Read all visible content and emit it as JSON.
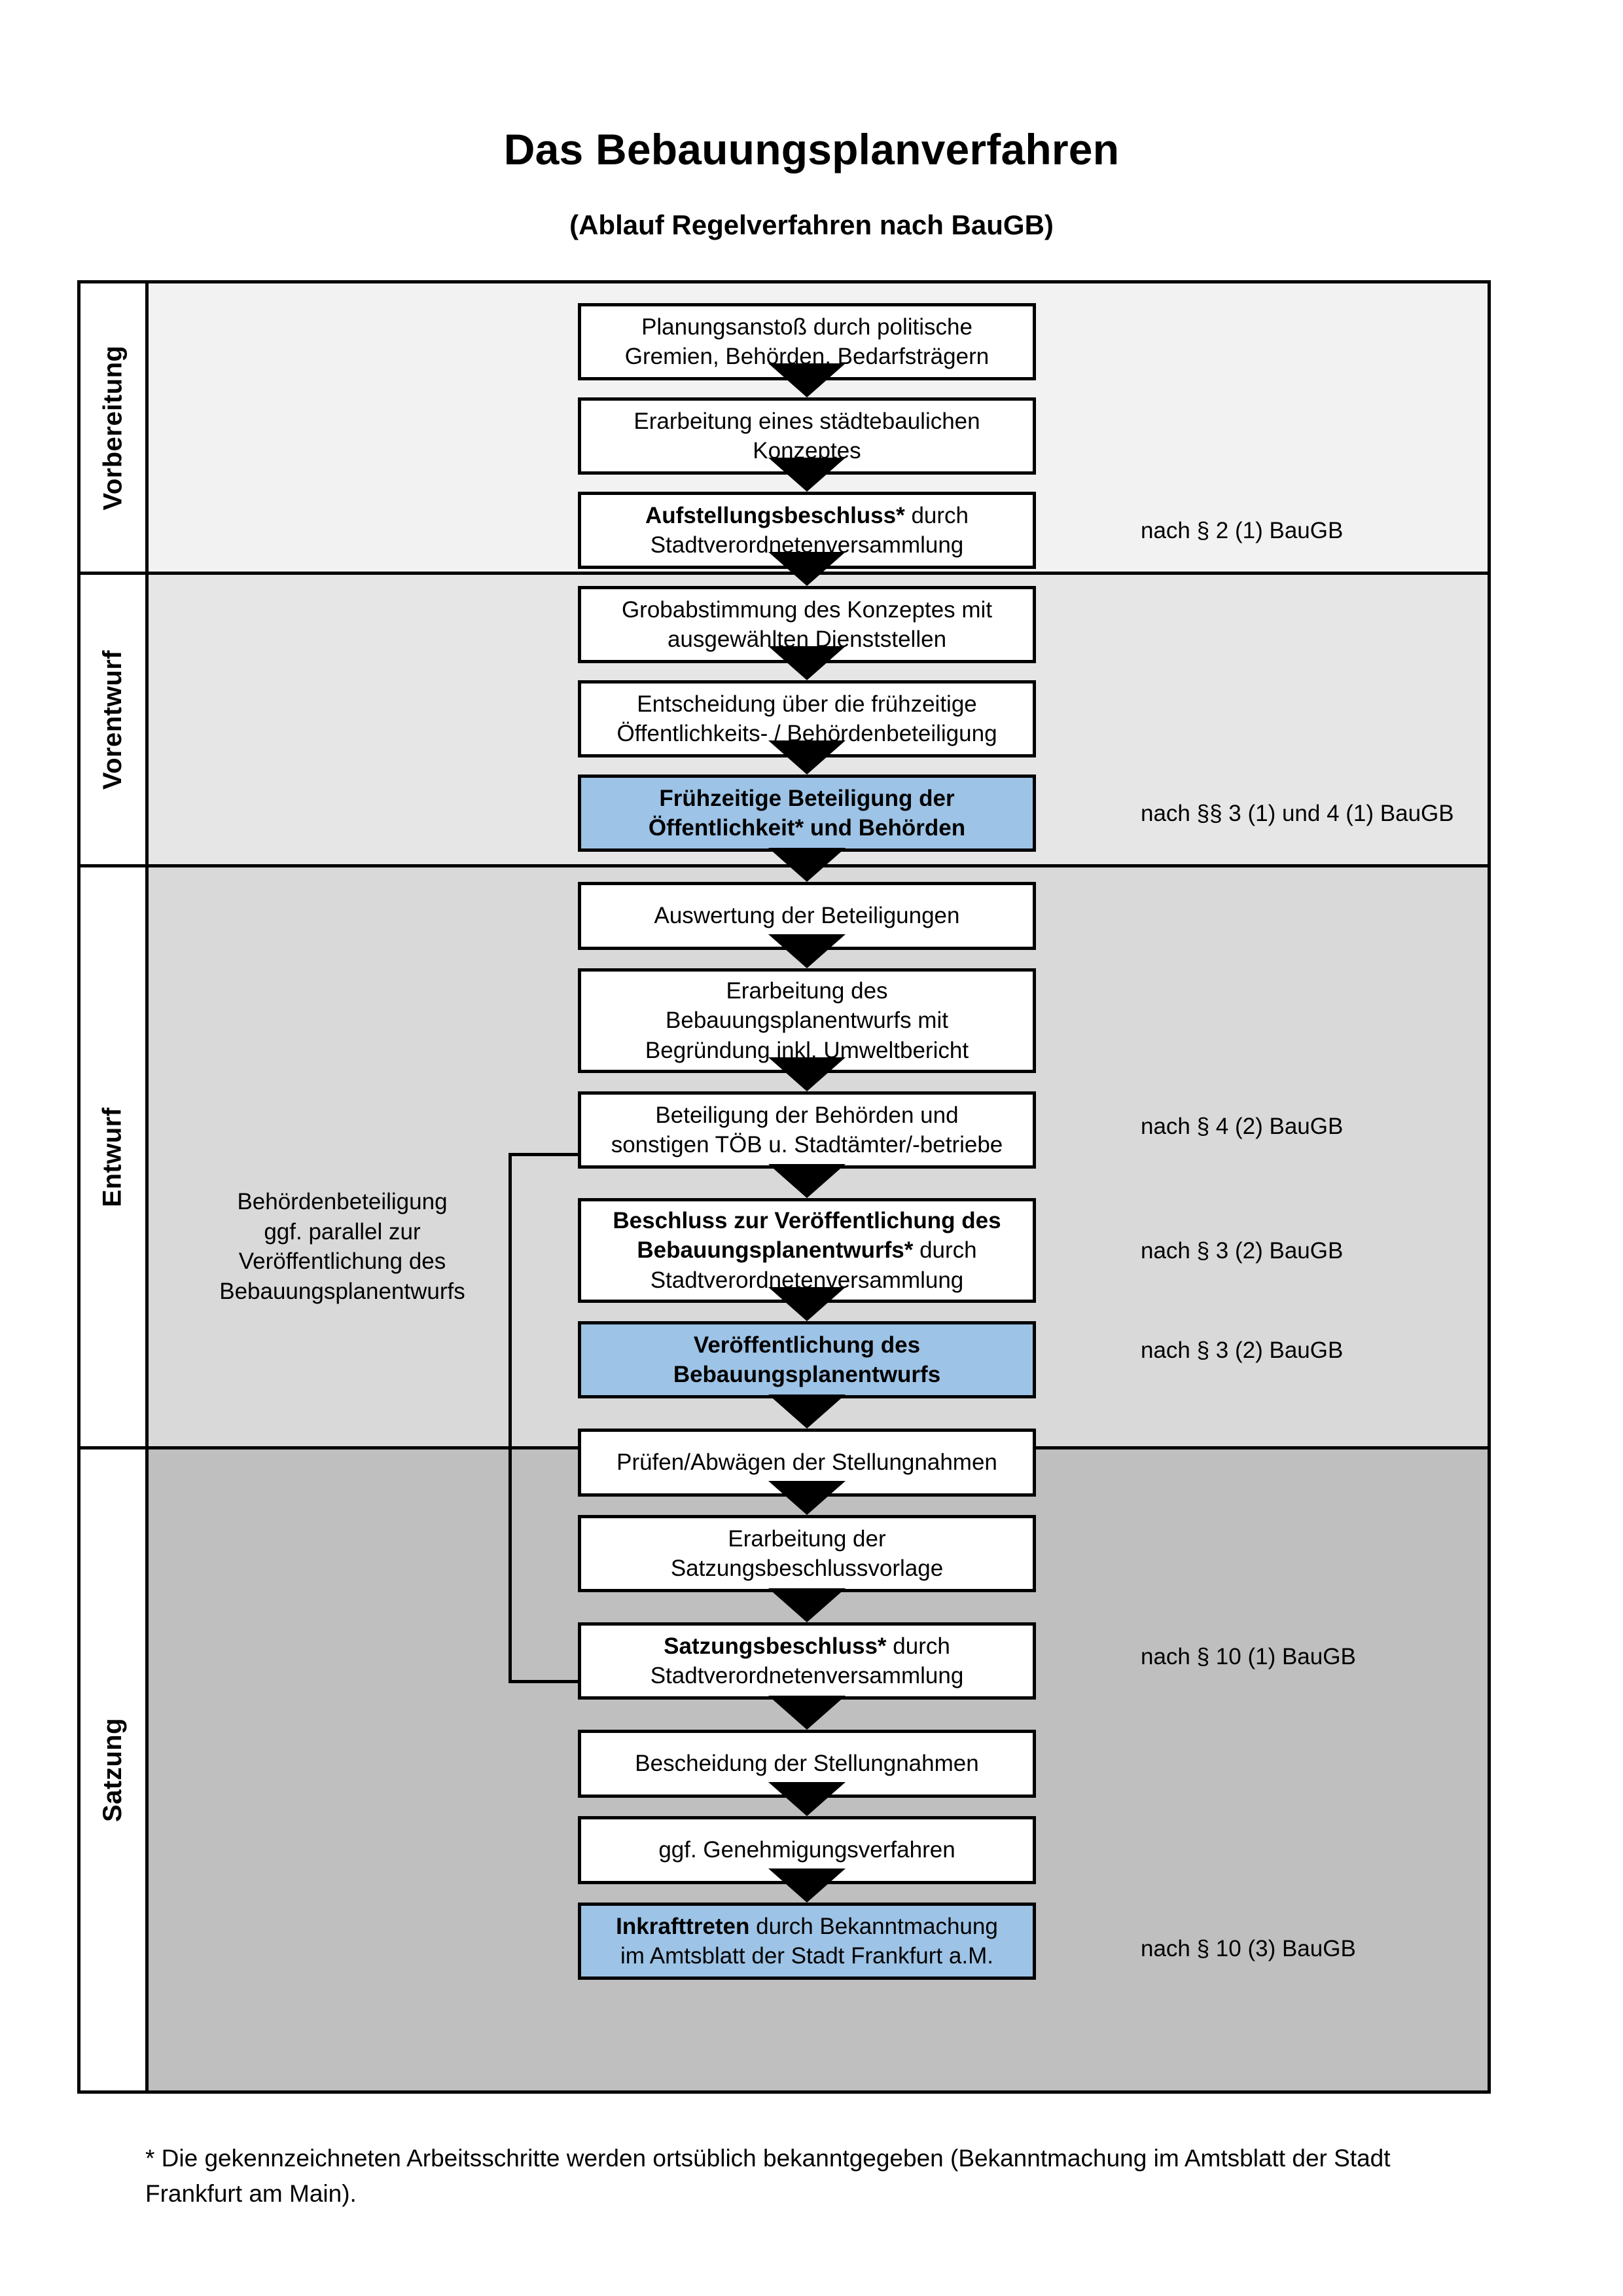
{
  "header": {
    "title": "Das Bebauungsplanverfahren",
    "subtitle": "(Ablauf Regelverfahren nach BauGB)"
  },
  "phases": [
    {
      "id": "vorbereitung",
      "label": "Vorbereitung"
    },
    {
      "id": "vorentwurf",
      "label": "Vorentwurf"
    },
    {
      "id": "entwurf",
      "label": "Entwurf"
    },
    {
      "id": "satzung",
      "label": "Satzung"
    }
  ],
  "steps": [
    {
      "id": "s1",
      "phase": "vorbereitung",
      "highlight": false,
      "line1": "Planungsanstoß durch politische",
      "line1_bold": "",
      "line2": "Gremien, Behörden, Bedarfsträgern",
      "line3": ""
    },
    {
      "id": "s2",
      "phase": "vorbereitung",
      "highlight": false,
      "line1": "Erarbeitung eines städtebaulichen",
      "line1_bold": "",
      "line2": "Konzeptes",
      "line3": ""
    },
    {
      "id": "s3",
      "phase": "vorbereitung",
      "highlight": false,
      "line1_bold": "Aufstellungsbeschluss*",
      "line1": " durch",
      "line2": "Stadtverordnetenversammlung",
      "line3": ""
    },
    {
      "id": "s4",
      "phase": "vorentwurf",
      "highlight": false,
      "line1": "Grobabstimmung des Konzeptes mit",
      "line1_bold": "",
      "line2": "ausgewählten Dienststellen",
      "line3": ""
    },
    {
      "id": "s5",
      "phase": "vorentwurf",
      "highlight": false,
      "line1": "Entscheidung über die frühzeitige",
      "line1_bold": "",
      "line2": "Öffentlichkeits- / Behördenbeteiligung",
      "line3": ""
    },
    {
      "id": "s6",
      "phase": "vorentwurf",
      "highlight": true,
      "line1_bold": "Frühzeitige Beteiligung der",
      "line1": "",
      "line2_bold": "Öffentlichkeit* und Behörden",
      "line2": "",
      "line3": ""
    },
    {
      "id": "s7",
      "phase": "entwurf",
      "highlight": false,
      "line1": "Auswertung der Beteiligungen",
      "line1_bold": "",
      "line2": "",
      "line3": ""
    },
    {
      "id": "s8",
      "phase": "entwurf",
      "highlight": false,
      "line1": "Erarbeitung des",
      "line1_bold": "",
      "line2": "Bebauungsplanentwurfs mit",
      "line3": "Begründung inkl. Umweltbericht"
    },
    {
      "id": "s9",
      "phase": "entwurf",
      "highlight": false,
      "line1": "Beteiligung der Behörden und",
      "line1_bold": "",
      "line2": "sonstigen TÖB u. Stadtämter/-betriebe",
      "line3": ""
    },
    {
      "id": "s10",
      "phase": "entwurf",
      "highlight": false,
      "line1_bold": "Beschluss zur Veröffentlichung des",
      "line1": "",
      "line2_bold": "Bebauungsplanentwurfs*",
      "line2": " durch",
      "line3": "Stadtverordnetenversammlung"
    },
    {
      "id": "s11",
      "phase": "entwurf",
      "highlight": true,
      "line1_bold": "Veröffentlichung des",
      "line1": "",
      "line2_bold": "Bebauungsplanentwurfs",
      "line2": "",
      "line3": ""
    },
    {
      "id": "s12",
      "phase": "satzung",
      "highlight": false,
      "line1": "Prüfen/Abwägen der Stellungnahmen",
      "line1_bold": "",
      "line2": "",
      "line3": ""
    },
    {
      "id": "s13",
      "phase": "satzung",
      "highlight": false,
      "line1": "Erarbeitung der",
      "line1_bold": "",
      "line2": "Satzungsbeschlussvorlage",
      "line3": ""
    },
    {
      "id": "s14",
      "phase": "satzung",
      "highlight": false,
      "line1_bold": "Satzungsbeschluss*",
      "line1": " durch",
      "line2": "Stadtverordnetenversammlung",
      "line3": ""
    },
    {
      "id": "s15",
      "phase": "satzung",
      "highlight": false,
      "line1": "Bescheidung der Stellungnahmen",
      "line1_bold": "",
      "line2": "",
      "line3": ""
    },
    {
      "id": "s16",
      "phase": "satzung",
      "highlight": false,
      "line1": "ggf. Genehmigungsverfahren",
      "line1_bold": "",
      "line2": "",
      "line3": ""
    },
    {
      "id": "s17",
      "phase": "satzung",
      "highlight": true,
      "line1_bold": "Inkrafttreten",
      "line1": " durch Bekanntmachung",
      "line2": "im Amtsblatt der Stadt Frankfurt a.M.",
      "line3": ""
    }
  ],
  "references": [
    {
      "id": "r1",
      "text": "nach § 2 (1) BauGB"
    },
    {
      "id": "r2",
      "text": "nach §§ 3 (1) und 4 (1) BauGB"
    },
    {
      "id": "r3",
      "text": "nach § 4 (2) BauGB"
    },
    {
      "id": "r4",
      "text": "nach § 3 (2) BauGB"
    },
    {
      "id": "r5",
      "text": "nach § 3 (2) BauGB"
    },
    {
      "id": "r6",
      "text": "nach § 10 (1) BauGB"
    },
    {
      "id": "r7",
      "text": "nach § 10 (3) BauGB"
    }
  ],
  "sidenote": {
    "line1": "Behördenbeteiligung",
    "line2": "ggf. parallel zur",
    "line3": "Veröffentlichung des",
    "line4": "Bebauungsplanentwurfs"
  },
  "footnote": {
    "text": "* Die gekennzeichneten Arbeitsschritte werden ortsüblich bekanntgegeben (Bekanntmachung im Amtsblatt  der Stadt Frankfurt am Main)."
  },
  "colors": {
    "highlight": "#9dc3e6",
    "phase_vorbereitung_bg": "#f2f2f2",
    "phase_vorentwurf_bg": "#e6e6e6",
    "phase_entwurf_bg": "#d9d9d9",
    "phase_satzung_bg": "#bfbfbf",
    "border": "#000000"
  }
}
